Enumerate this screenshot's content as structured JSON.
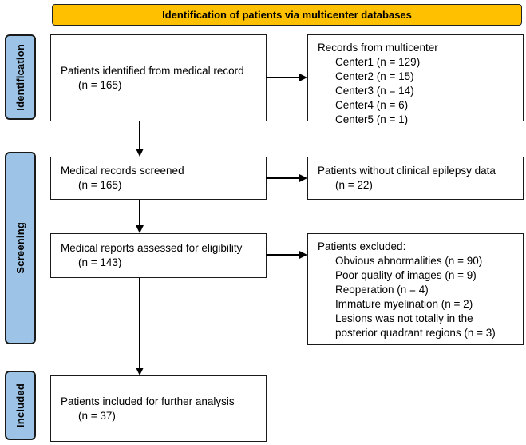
{
  "banner": {
    "label": "Identification of patients via multicenter databases"
  },
  "colors": {
    "banner_bg": "#FFC000",
    "stage_bg": "#9DC3E6",
    "box_border": "#1a1a1a",
    "background": "#FFFFFF"
  },
  "stages": [
    {
      "label": "Identification"
    },
    {
      "label": "Screening"
    },
    {
      "label": "Included"
    }
  ],
  "main_boxes": [
    {
      "label": "Patients identified from medical record",
      "count": "(n = 165)"
    },
    {
      "label": "Medical records screened",
      "count": "(n = 165)"
    },
    {
      "label": "Medical reports assessed for eligibility",
      "count": "(n = 143)"
    },
    {
      "label": "Patients included for further analysis",
      "count": "(n = 37)"
    }
  ],
  "side_boxes": [
    {
      "title": "Records from multicenter",
      "items": [
        "Center1 (n = 129)",
        "Center2 (n = 15)",
        "Center3 (n = 14)",
        "Center4 (n = 6)",
        "Center5 (n = 1)"
      ]
    },
    {
      "title": "Patients without clinical epilepsy data",
      "items": [
        "(n = 22)"
      ]
    },
    {
      "title": "Patients excluded:",
      "items": [
        "Obvious abnormalities (n = 90)",
        "Poor quality of images (n = 9)",
        "Reoperation (n = 4)",
        "Immature myelination (n = 2)",
        "Lesions was not totally in the",
        "posterior quadrant regions (n = 3)"
      ]
    }
  ]
}
